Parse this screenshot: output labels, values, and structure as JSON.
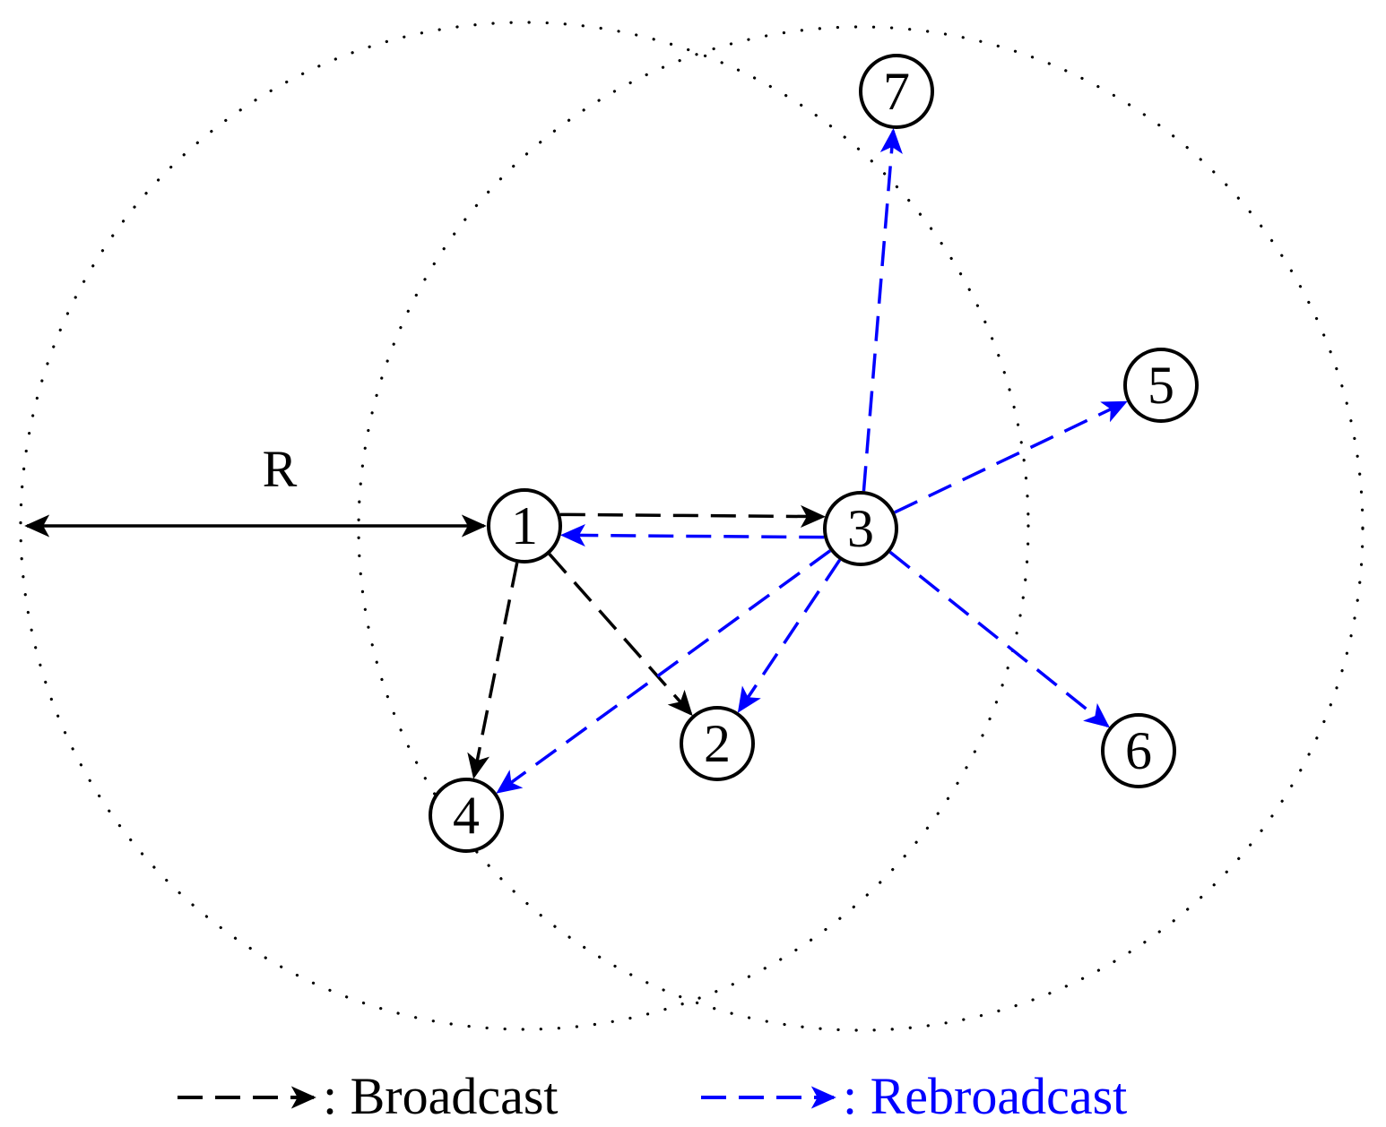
{
  "diagram": {
    "radius_label": "R",
    "nodes": [
      {
        "id": "1",
        "label": "1"
      },
      {
        "id": "2",
        "label": "2"
      },
      {
        "id": "3",
        "label": "3"
      },
      {
        "id": "4",
        "label": "4"
      },
      {
        "id": "5",
        "label": "5"
      },
      {
        "id": "6",
        "label": "6"
      },
      {
        "id": "7",
        "label": "7"
      }
    ],
    "broadcast_edges": [
      {
        "from": "1",
        "to": "3"
      },
      {
        "from": "1",
        "to": "2"
      },
      {
        "from": "1",
        "to": "4"
      }
    ],
    "rebroadcast_edges": [
      {
        "from": "3",
        "to": "1"
      },
      {
        "from": "3",
        "to": "2"
      },
      {
        "from": "3",
        "to": "4"
      },
      {
        "from": "3",
        "to": "5"
      },
      {
        "from": "3",
        "to": "6"
      },
      {
        "from": "3",
        "to": "7"
      }
    ],
    "legend": {
      "broadcast_label": ": Broadcast",
      "rebroadcast_label": ": Rebroadcast"
    },
    "colors": {
      "broadcast": "#000000",
      "rebroadcast": "#0000ff",
      "range_circle": "#000000"
    }
  }
}
